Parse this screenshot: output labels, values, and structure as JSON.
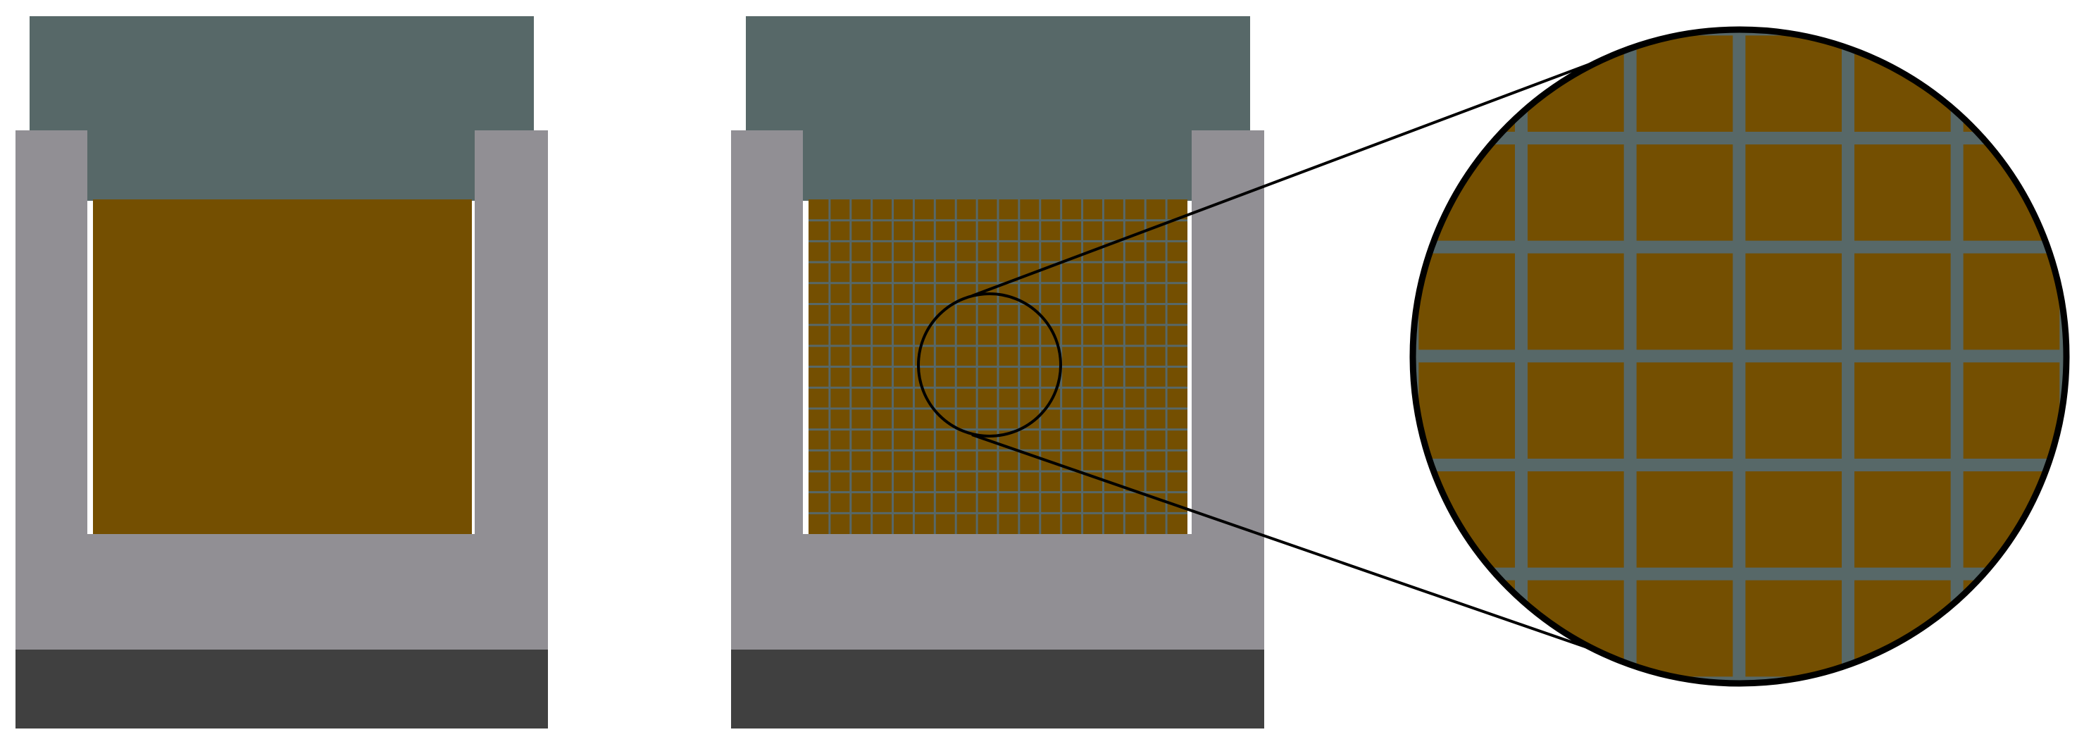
{
  "colors": {
    "background": "#ffffff",
    "lid": "#576868",
    "crucible_wall": "#918f94",
    "base_plate": "#404040",
    "material_fill": "#744f01",
    "mesh_line": "#576868",
    "outline": "#000000"
  },
  "panels": [
    {
      "name": "solid-material-crucible",
      "material_pattern": "solid"
    },
    {
      "name": "meshed-material-crucible",
      "material_pattern": "grid",
      "grid_columns": 18,
      "grid_rows": 16
    }
  ],
  "magnifier": {
    "source_panel": "meshed-material-crucible",
    "magnified_cells_across": 6
  }
}
